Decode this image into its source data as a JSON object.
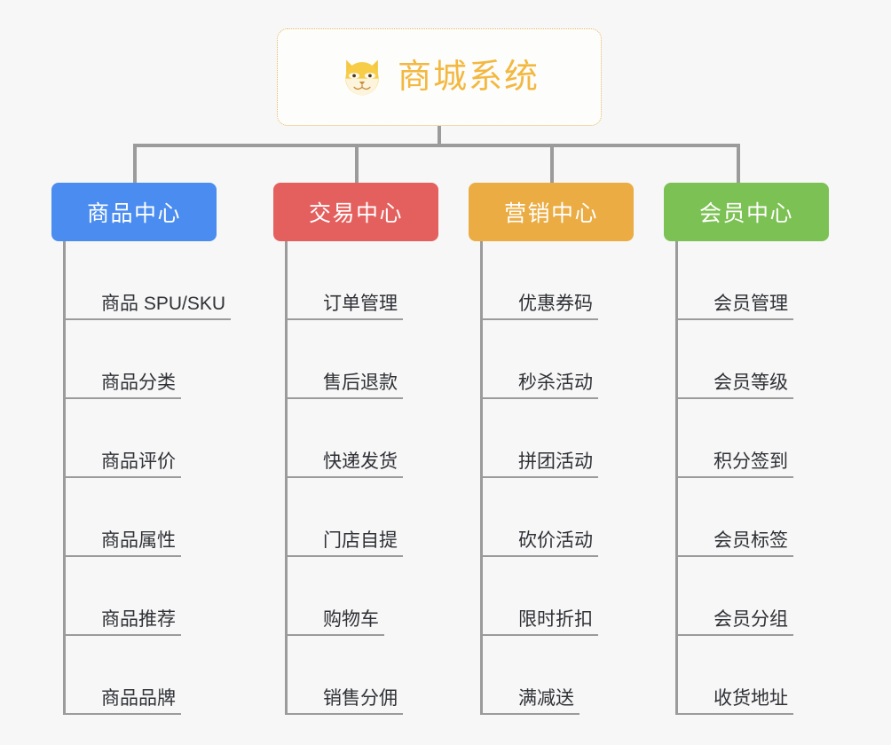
{
  "root": {
    "title": "商城系统",
    "icon": "shiba-dog-face-icon",
    "accent_color": "#f3b840",
    "border_color": "#eab860",
    "background_color": "#fdfdfc"
  },
  "canvas": {
    "background_color": "#f7f7f7",
    "connector_color": "#9b9b9b"
  },
  "branches": [
    {
      "label": "商品中心",
      "color": "#4a8cef",
      "items": [
        "商品 SPU/SKU",
        "商品分类",
        "商品评价",
        "商品属性",
        "商品推荐",
        "商品品牌"
      ]
    },
    {
      "label": "交易中心",
      "color": "#e4605e",
      "items": [
        "订单管理",
        "售后退款",
        "快递发货",
        "门店自提",
        "购物车",
        "销售分佣"
      ]
    },
    {
      "label": "营销中心",
      "color": "#eaac43",
      "items": [
        "优惠券码",
        "秒杀活动",
        "拼团活动",
        "砍价活动",
        "限时折扣",
        "满减送"
      ]
    },
    {
      "label": "会员中心",
      "color": "#7cc153",
      "items": [
        "会员管理",
        "会员等级",
        "积分签到",
        "会员标签",
        "会员分组",
        "收货地址"
      ]
    }
  ]
}
